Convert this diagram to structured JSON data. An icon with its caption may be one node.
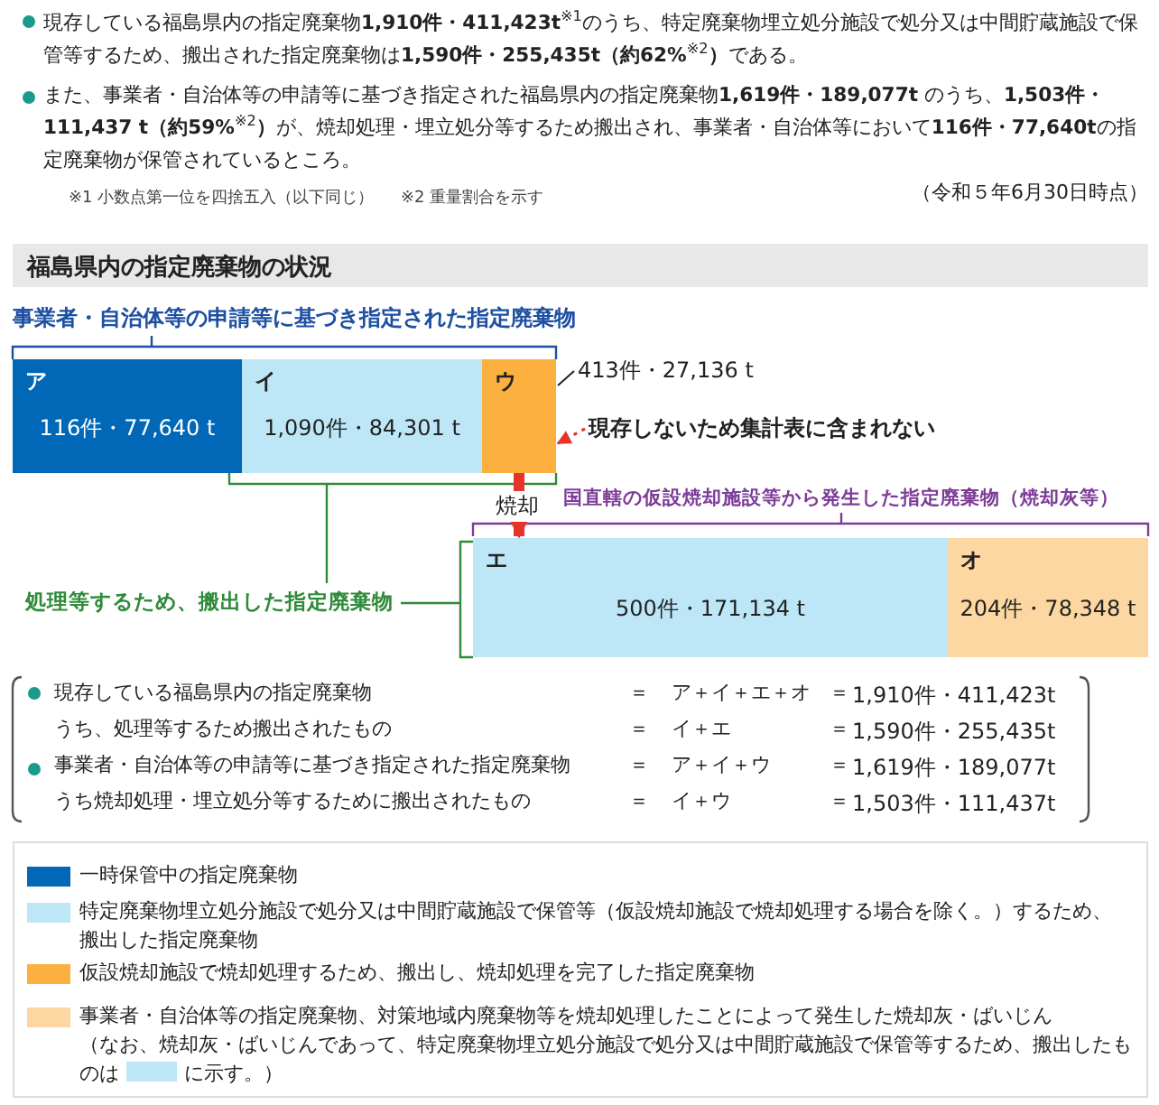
{
  "diagram": {
    "title": "福島県内の指定廃棄物の状況",
    "nodes": [
      {
        "text": [
          "ア",
          "116件・77,640 t"
        ]
      },
      {
        "text": [
          "イ",
          "1,090件・84,301 t"
        ]
      },
      {
        "text": [
          "ウ"
        ]
      },
      {
        "text": [
          "エ",
          "500件・171,134 t"
        ]
      },
      {
        "text": [
          "オ",
          "204件・78,348 t"
        ]
      },
      {
        "text": [
          "413件・27,136 t"
        ]
      },
      {
        "text": [
          "現存しないため集計表に含まれない"
        ]
      }
    ],
    "edges": [
      {
        "from": 5,
        "to": 2,
        "arrow": "none",
        "color": "#222222"
      },
      {
        "from": 6,
        "to": 2,
        "arrow": "to",
        "style": "dashed",
        "color": "#e8332a"
      },
      {
        "from": 2,
        "to": 3,
        "arrow": "to",
        "label": "焼却",
        "style": "thick",
        "color": "#e8332a"
      }
    ],
    "labels": [
      "現存している福島県内の指定廃棄物**1,910件・411,423t**$^{※1}$のうち、特定廃棄物埋立処分施設で処分又は中間貯蔵施設で保管等するため、搬出された指定廃棄物は**1,590件・255,435t（約62%**$^{※2}$**）**である。",
      "また、事業者・自治体等の申請等に基づき指定された福島県内の指定廃棄物**1,619件・189,077t** のうち、**1,503件・111,437 t（約59%**$^{※2}$**）**が、焼却処理・埋立処分等するため搬出され、事業者・自治体等において**116件・77,640t**の指定廃棄物が保管されているところ。",
      "※1 小数点第一位を四捨五入（以下同じ）",
      "※2 重量割合を示す",
      "（令和５年6月30日時点）",
      "事業者・自治体等の申請等に基づき指定された指定廃棄物",
      "国直轄の仮設焼却施設等から発生した指定廃棄物（焼却灰等）",
      "処理等するため、搬出した指定廃棄物",
      "現存している福島県内の指定廃棄物",
      "＝",
      "ア＋イ＋エ＋オ",
      "＝",
      "1,910件・411,423t",
      "うち、処理等するため搬出されたもの",
      "＝",
      "イ＋エ",
      "＝",
      "1,590件・255,435t",
      "事業者・自治体等の申請等に基づき指定された指定廃棄物",
      "＝",
      "ア＋イ＋ウ",
      "＝",
      "1,619件・189,077t",
      "うち焼却処理・埋立処分等するために搬出されたもの",
      "＝",
      "イ＋ウ",
      "＝",
      "1,503件・111,437t",
      "（なお、焼却灰・ばいじんであって、特定廃棄物埋立処分施設で処分又は中間貯蔵施設で保管等するため、搬出したものは",
      "に示す。）"
    ],
    "legend": [
      {
        "text": "一時保管中の指定廃棄物",
        "color": "#0068b7"
      },
      {
        "text": "特定廃棄物埋立処分施設で処分又は中間貯蔵施設で保管等（仮設焼却施設で焼却処理する場合を除く。）するため、搬出した指定廃棄物",
        "color": "#bde6f7"
      },
      {
        "text": "仮設焼却施設で焼却処理するため、搬出し、焼却処理を完了した指定廃棄物",
        "color": "#fbb040"
      },
      {
        "text": "事業者・自治体等の指定廃棄物、対策地域内廃棄物等を焼却処理したことによって発生した焼却灰・ばいじん",
        "color": "#fdd7a1"
      }
    ]
  }
}
